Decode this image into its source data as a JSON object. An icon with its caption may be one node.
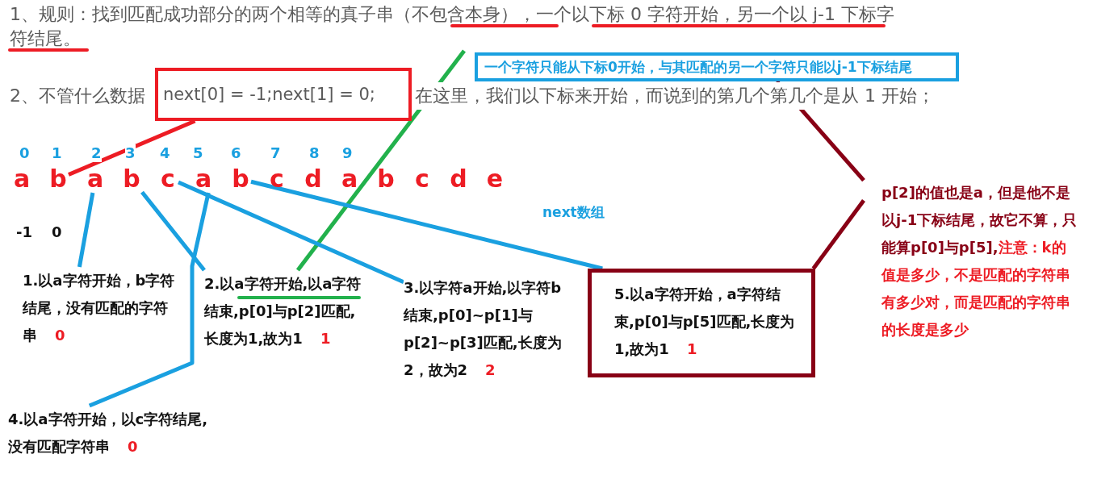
{
  "diagram": {
    "nodes": [
      {
        "text": [
          "1、规则：找到匹配成功部分的两个相等的真子串（不包含本身），一个以下标 0 字符开始，另一个以 j-1 下标字符结尾。"
        ]
      },
      {
        "text": [
          "一个字符只能从下标0开始，与其匹配的另一个字符只能以j-1下标结尾"
        ]
      },
      {
        "text": [
          "next[0] = -1;next[1] = 0;"
        ]
      },
      {
        "text": [
          "a"
        ]
      },
      {
        "text": [
          "b"
        ]
      },
      {
        "text": [
          "a"
        ]
      },
      {
        "text": [
          "b"
        ]
      },
      {
        "text": [
          "c"
        ]
      },
      {
        "text": [
          "a"
        ]
      },
      {
        "text": [
          "b"
        ]
      },
      {
        "text": [
          "c"
        ]
      },
      {
        "text": [
          "d"
        ]
      },
      {
        "text": [
          "a"
        ]
      },
      {
        "text": [
          "b"
        ]
      },
      {
        "text": [
          "c"
        ]
      },
      {
        "text": [
          "d"
        ]
      },
      {
        "text": [
          "e"
        ]
      },
      {
        "text": [
          "p[2]的值也是a，但是他不是以j-1下标结尾，故它不算，只能算p[0]与p[5],",
          "注意：k的值是多少，不是匹配的字符串有多少对，而是匹配的字符串的长度是多少"
        ]
      },
      {
        "text": [
          "1.以a字符开始，b字符结尾，没有匹配的字符串",
          "0"
        ]
      },
      {
        "text": [
          "2.以a字符开始,以a字符结束,p[0]与p[2]匹配,长度为1,故为1",
          "1"
        ]
      },
      {
        "text": [
          "3.以字符a开始,以字符b结束,p[0]~p[1]与p[2]~p[3]匹配,长度为2，故为2",
          "2"
        ]
      },
      {
        "text": [
          "5.以a字符开始，a字符结束,p[0]与p[5]匹配,长度为1,故为1",
          "1"
        ]
      },
      {
        "text": [
          "4.以a字符开始，以c字符结尾, 没有匹配字符串",
          "0"
        ]
      }
    ],
    "edges": [
      {
        "from": 0,
        "to": 19,
        "arrow": "none",
        "color": "#22b14c"
      },
      {
        "from": 2,
        "to": 4,
        "arrow": "none",
        "color": "#ed1c24"
      },
      {
        "from": 5,
        "to": 18,
        "arrow": "none"
      },
      {
        "from": 6,
        "to": 19,
        "arrow": "none"
      },
      {
        "from": 7,
        "to": 20,
        "arrow": "none"
      },
      {
        "from": 8,
        "to": 22,
        "arrow": "none"
      },
      {
        "from": 9,
        "to": 21,
        "arrow": "none"
      },
      {
        "from": 1,
        "to": 17,
        "arrow": "none",
        "color": "#880015"
      },
      {
        "from": 21,
        "to": 17,
        "arrow": "none",
        "color": "#880015"
      }
    ],
    "labels": [
      "2、不管什么数据",
      "在这里，我们以下标来开始，而说到的第几个第几个是从 1 开始；",
      "0",
      "1",
      "2",
      "3",
      "4",
      "5",
      "6",
      "7",
      "8",
      "9",
      "next数组",
      "-1",
      "0"
    ]
  }
}
